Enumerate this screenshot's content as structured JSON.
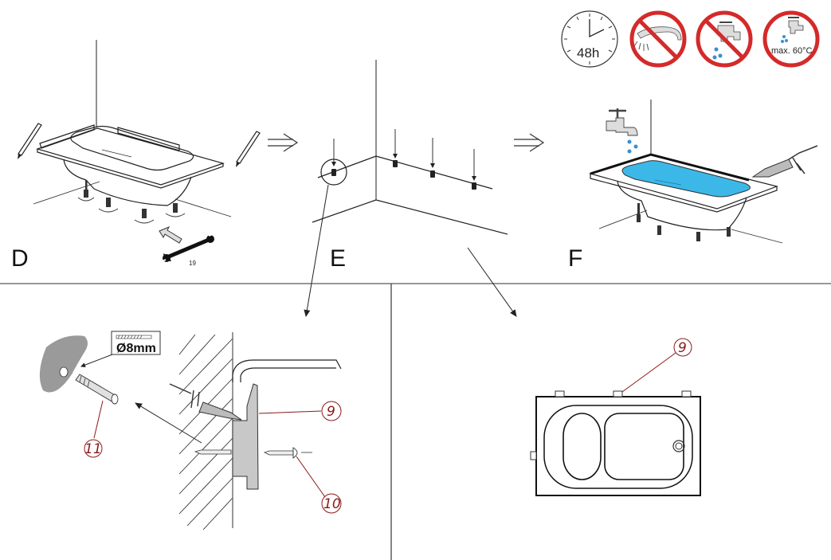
{
  "steps": {
    "d": {
      "letter": "D",
      "wrench_size": "19"
    },
    "e": {
      "letter": "E"
    },
    "f": {
      "letter": "F"
    }
  },
  "warning_icons": {
    "clock_label": "48h",
    "max_temp_label": "max. 60°C"
  },
  "detail_left": {
    "drill_label": "Ø8mm",
    "callouts": [
      "11",
      "9",
      "10"
    ]
  },
  "detail_right": {
    "callout": "9"
  },
  "colors": {
    "prohibit_red": "#d42a2a",
    "water_blue": "#3bb8e8",
    "callout_red": "#8b1a1a",
    "part_gray": "#c8c8c8"
  }
}
